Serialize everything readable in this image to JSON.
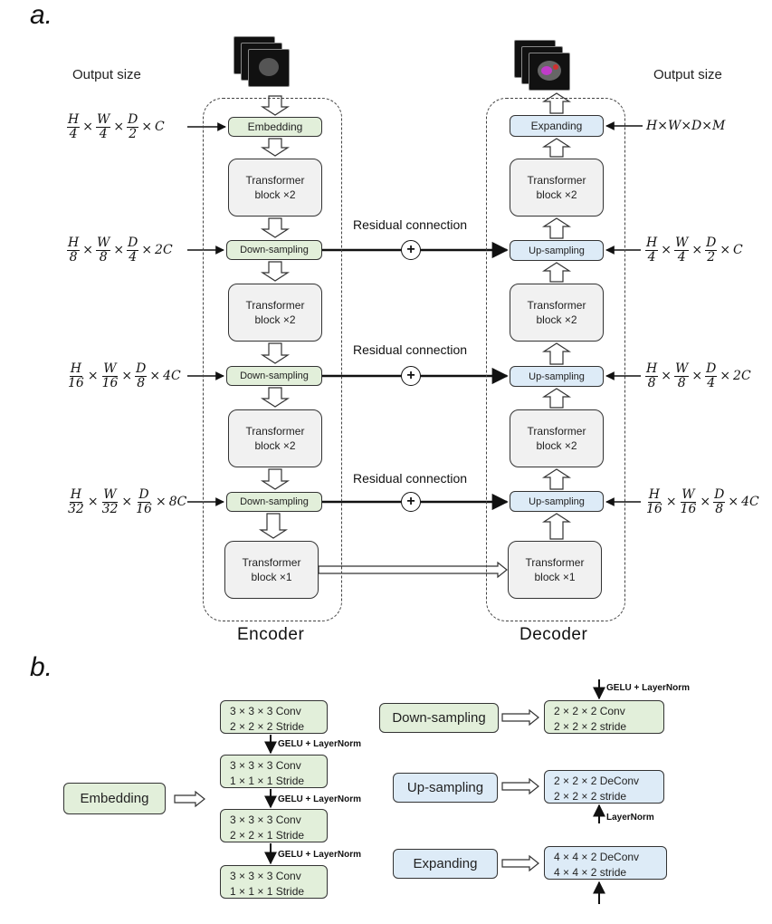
{
  "panels": {
    "a": "a.",
    "b": "b."
  },
  "columns": {
    "left_head": "Output size",
    "right_head": "Output size"
  },
  "encoder": {
    "label": "Encoder",
    "embedding": "Embedding",
    "blocks": [
      [
        "Transformer",
        "block ×2"
      ],
      [
        "Transformer",
        "block ×2"
      ],
      [
        "Transformer",
        "block ×2"
      ],
      [
        "Transformer",
        "block ×1"
      ]
    ],
    "downsampling": [
      "Down-sampling",
      "Down-sampling",
      "Down-sampling"
    ]
  },
  "decoder": {
    "label": "Decoder",
    "expanding": "Expanding",
    "blocks": [
      [
        "Transformer",
        "block ×2"
      ],
      [
        "Transformer",
        "block ×2"
      ],
      [
        "Transformer",
        "block ×2"
      ],
      [
        "Transformer",
        "block ×1"
      ]
    ],
    "upsampling": [
      "Up-sampling",
      "Up-sampling",
      "Up-sampling"
    ]
  },
  "residual": [
    "Residual connection",
    "Residual connection",
    "Residual connection"
  ],
  "plus_symbol": "+",
  "left_sizes": [
    {
      "parts": [
        [
          "H",
          "4"
        ],
        [
          "W",
          "4"
        ],
        [
          "D",
          "2"
        ]
      ],
      "tail": "C"
    },
    {
      "parts": [
        [
          "H",
          "8"
        ],
        [
          "W",
          "8"
        ],
        [
          "D",
          "4"
        ]
      ],
      "tail": "2C"
    },
    {
      "parts": [
        [
          "H",
          "16"
        ],
        [
          "W",
          "16"
        ],
        [
          "D",
          "8"
        ]
      ],
      "tail": "4C"
    },
    {
      "parts": [
        [
          "H",
          "32"
        ],
        [
          "W",
          "32"
        ],
        [
          "D",
          "16"
        ]
      ],
      "tail": "8C"
    }
  ],
  "right_sizes": {
    "top": "H×W×D×M",
    "levels": [
      {
        "parts": [
          [
            "H",
            "4"
          ],
          [
            "W",
            "4"
          ],
          [
            "D",
            "2"
          ]
        ],
        "tail": "C"
      },
      {
        "parts": [
          [
            "H",
            "8"
          ],
          [
            "W",
            "8"
          ],
          [
            "D",
            "4"
          ]
        ],
        "tail": "2C"
      },
      {
        "parts": [
          [
            "H",
            "16"
          ],
          [
            "W",
            "16"
          ],
          [
            "D",
            "8"
          ]
        ],
        "tail": "4C"
      }
    ]
  },
  "panel_b": {
    "embedding_label": "Embedding",
    "embedding_steps": [
      [
        "3 × 3 × 3 Conv",
        "2 × 2 × 2 Stride"
      ],
      [
        "3 × 3 × 3 Conv",
        "1 × 1 × 1 Stride"
      ],
      [
        "3 × 3 × 3 Conv",
        "2 × 2 × 1 Stride"
      ],
      [
        "3 × 3 × 3 Conv",
        "1 × 1 × 1 Stride"
      ]
    ],
    "embedding_acts": [
      "GELU + LayerNorm",
      "GELU + LayerNorm",
      "GELU + LayerNorm"
    ],
    "down_label": "Down-sampling",
    "down_act": "GELU + LayerNorm",
    "down_box": [
      "2 × 2 × 2 Conv",
      "2 × 2 × 2 stride"
    ],
    "up_label": "Up-sampling",
    "up_box": [
      "2 × 2 × 2 DeConv",
      "2 × 2 × 2 stride"
    ],
    "up_act": "LayerNorm",
    "expand_label": "Expanding",
    "expand_box": [
      "4 × 4 × 2 DeConv",
      "4 × 4 × 2 stride"
    ]
  },
  "colors": {
    "green": "#e2efda",
    "blue": "#ddebf7",
    "gray": "#f1f1f1",
    "seg_magenta": "#c03cc8",
    "seg_red": "#d03030"
  }
}
